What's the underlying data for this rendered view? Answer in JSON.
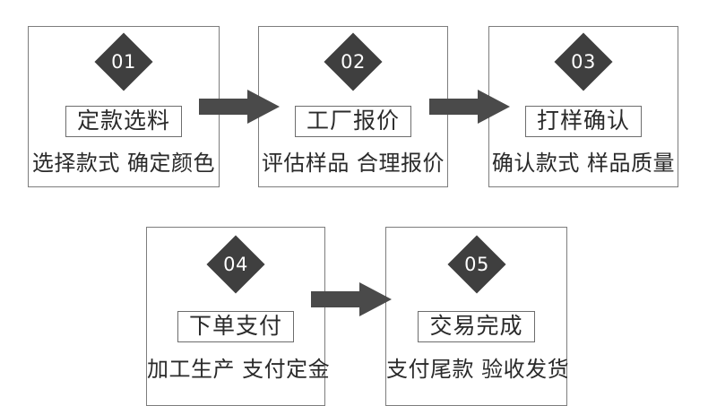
{
  "diagram": {
    "type": "process-flow",
    "background_color": "#ffffff",
    "accent_color": "#3f3f3f",
    "border_color": "#7d7d7d",
    "arrow_color": "#4a4a4a",
    "steps": [
      {
        "number": "01",
        "title": "定款选料",
        "subtitle": "选择款式 确定颜色"
      },
      {
        "number": "02",
        "title": "工厂报价",
        "subtitle": "评估样品 合理报价"
      },
      {
        "number": "03",
        "title": "打样确认",
        "subtitle": "确认款式 样品质量"
      },
      {
        "number": "04",
        "title": "下单支付",
        "subtitle": "加工生产 支付定金"
      },
      {
        "number": "05",
        "title": "交易完成",
        "subtitle": "支付尾款 验收发货"
      }
    ],
    "connectors": [
      {
        "icon": "arrow-right-icon",
        "from": "01",
        "to": "02"
      },
      {
        "icon": "arrow-right-icon",
        "from": "02",
        "to": "03"
      },
      {
        "icon": "arrow-right-icon",
        "from": "04",
        "to": "05"
      }
    ]
  }
}
